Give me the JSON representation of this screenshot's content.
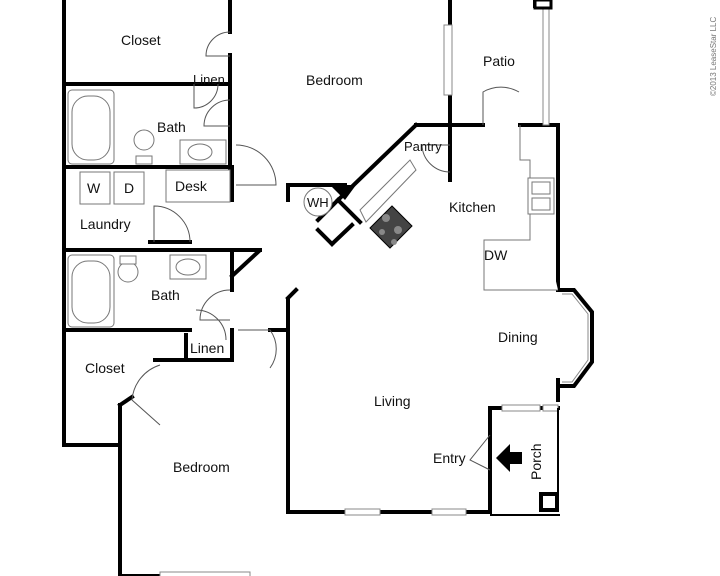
{
  "copyright": "©2013 LeaseStar LLC",
  "rooms": {
    "closet_top": "Closet",
    "bedroom_top": "Bedroom",
    "patio": "Patio",
    "linen_top": "Linen",
    "bath_top": "Bath",
    "pantry": "Pantry",
    "washer": "W",
    "dryer": "D",
    "desk": "Desk",
    "water_heater": "WH",
    "kitchen": "Kitchen",
    "laundry": "Laundry",
    "dishwasher": "DW",
    "bath_bottom": "Bath",
    "dining": "Dining",
    "linen_bottom": "Linen",
    "closet_bottom": "Closet",
    "living": "Living",
    "entry": "Entry",
    "porch": "Porch",
    "bedroom_bottom": "Bedroom"
  }
}
